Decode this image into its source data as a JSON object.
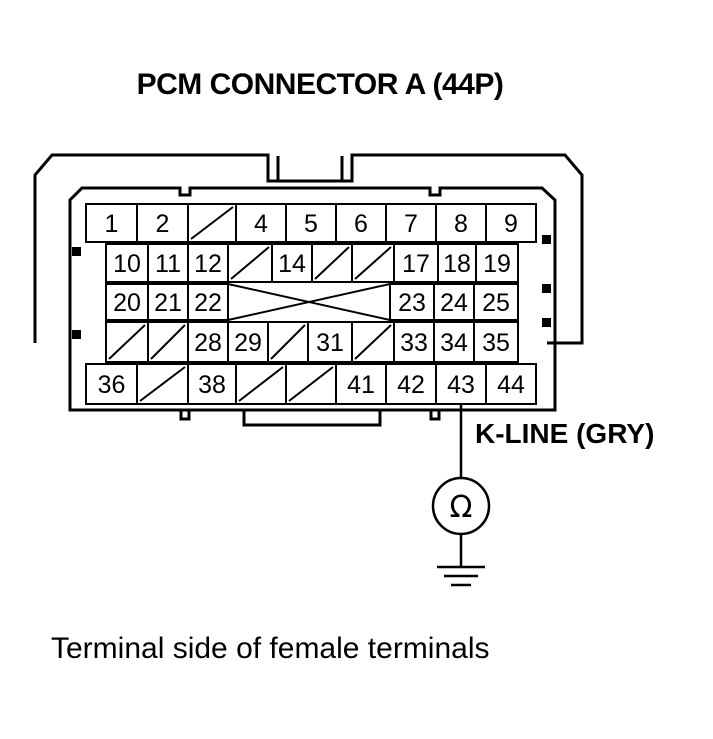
{
  "title": "PCM CONNECTOR A (44P)",
  "probe_label": "K-LINE (GRY)",
  "caption": "Terminal side of female terminals",
  "meter_symbol": "Ω",
  "probed_terminal": "43",
  "rows": [
    [
      "1",
      "2",
      "",
      "4",
      "5",
      "6",
      "7",
      "8",
      "9"
    ],
    [
      "10",
      "11",
      "12",
      "",
      "14",
      "",
      "",
      "17",
      "18",
      "19"
    ],
    [
      "20",
      "21",
      "22",
      "23",
      "24",
      "25"
    ],
    [
      "",
      "",
      "28",
      "29",
      "",
      "31",
      "",
      "33",
      "34",
      "35"
    ],
    [
      "36",
      "",
      "38",
      "",
      "",
      "41",
      "42",
      "43",
      "44"
    ]
  ]
}
